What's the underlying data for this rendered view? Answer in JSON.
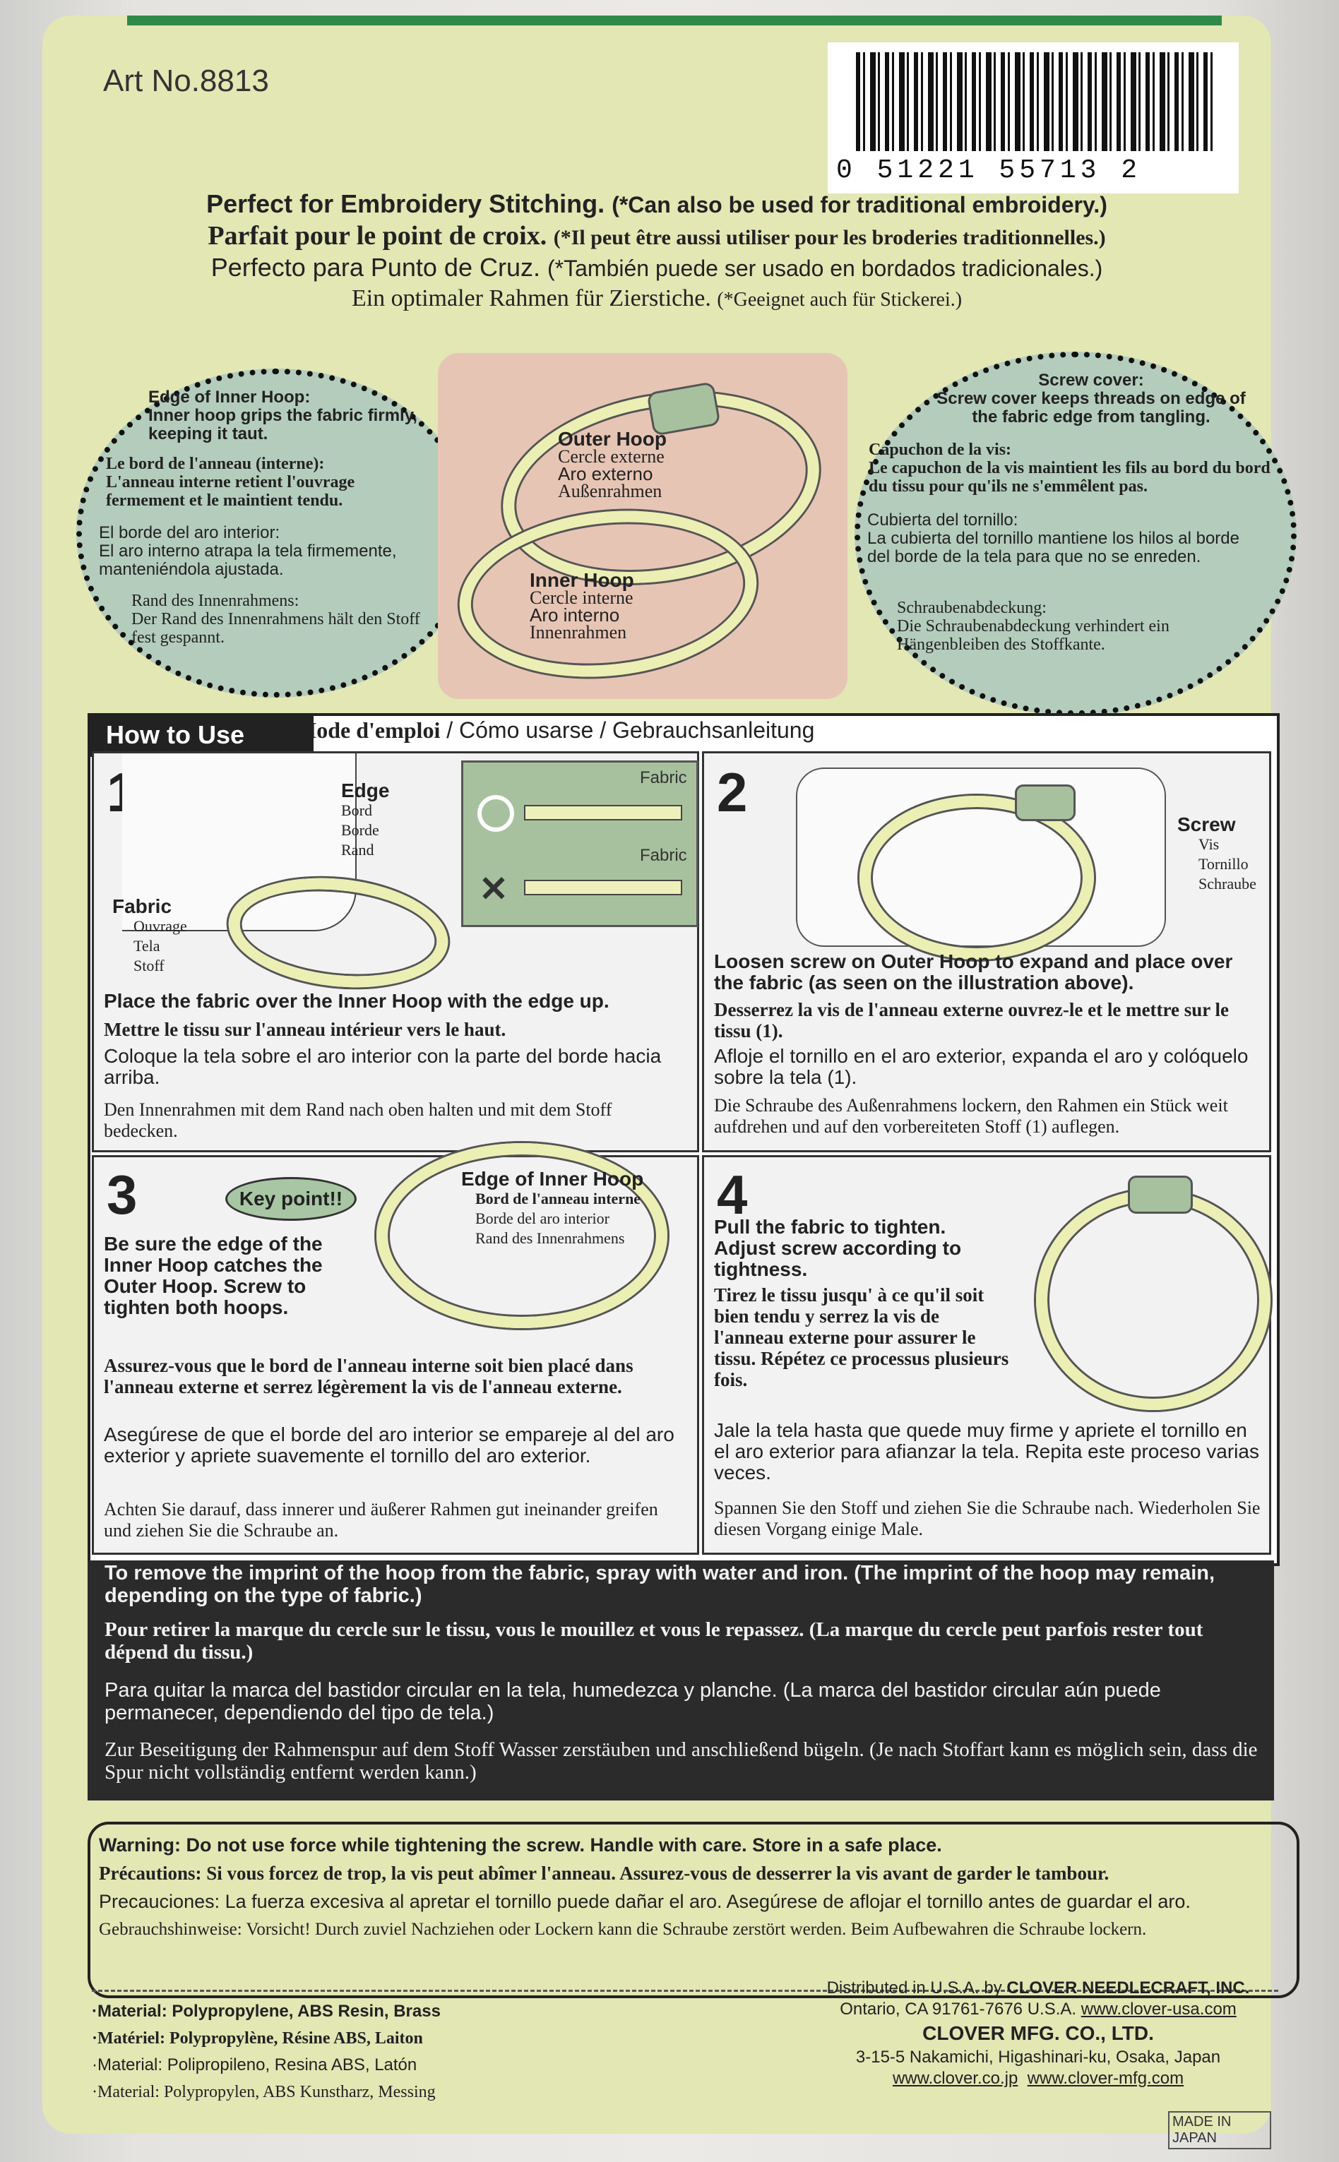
{
  "header": {
    "art_no": "Art No.8813",
    "barcode_digits": "0 51221 55713 2"
  },
  "headlines": {
    "en_main": "Perfect for Embroidery Stitching.",
    "en_note": "(*Can also be used for traditional embroidery.)",
    "fr_main": "Parfait pour le point de croix.",
    "fr_note": "(*Il peut être aussi utiliser pour les broderies traditionnelles.)",
    "es_main": "Perfecto para Punto de Cruz.",
    "es_note": "(*También puede ser usado en bordados tradicionales.)",
    "de_main": "Ein optimaler Rahmen für Zierstiche.",
    "de_note": "(*Geeignet auch für Stickerei.)"
  },
  "bubbles": {
    "inner_edge": {
      "en_title": "Edge of Inner Hoop:",
      "en_body": "Inner hoop grips the fabric firmly, keeping it taut.",
      "fr_title": "Le bord de l'anneau (interne):",
      "fr_body": "L'anneau interne retient l'ouvrage fermement et le maintient tendu.",
      "es_title": "El borde del aro interior:",
      "es_body": "El aro interno atrapa la tela firmemente, manteniéndola ajustada.",
      "de_title": "Rand des Innenrahmens:",
      "de_body": "Der Rand des Innenrahmens hält den Stoff fest gespannt."
    },
    "screw_cover": {
      "en_title": "Screw cover:",
      "en_body": "Screw cover keeps threads on edge of the fabric edge from tangling.",
      "fr_title": "Capuchon de la vis:",
      "fr_body": "Le capuchon de la vis maintient les fils au bord du bord du tissu pour qu'ils ne s'emmêlent pas.",
      "es_title": "Cubierta del tornillo:",
      "es_body": "La cubierta del tornillo mantiene los hilos al borde del borde de la tela para que no se enreden.",
      "de_title": "Schraubenabdeckung:",
      "de_body": "Die Schraubenabdeckung verhindert ein Hängenbleiben des Stoffkante."
    }
  },
  "diagram": {
    "outer_hoop": "Outer Hoop",
    "outer_fr": "Cercle externe",
    "outer_es": "Aro externo",
    "outer_de": "Außenrahmen",
    "inner_hoop": "Inner Hoop",
    "inner_fr": "Cercle interne",
    "inner_es": "Aro interno",
    "inner_de": "Innenrahmen"
  },
  "howto": {
    "title": "How to Use",
    "fr": "Mode d'emploi",
    "es": "Cómo usarse",
    "de": "Gebrauchsanleitung"
  },
  "steps": [
    {
      "num": "1",
      "edge": "Edge",
      "edge_fr": "Bord",
      "edge_es": "Borde",
      "edge_de": "Rand",
      "fabric": "Fabric",
      "fabric_fr": "Ouvrage",
      "fabric_es": "Tela",
      "fabric_de": "Stoff",
      "inset_fabric": "Fabric",
      "en": "Place the fabric over the Inner Hoop with the edge up.",
      "fr": "Mettre le tissu sur l'anneau intérieur vers le haut.",
      "es": "Coloque la tela sobre el aro interior con la parte del borde hacia arriba.",
      "de": "Den Innenrahmen mit dem Rand nach oben halten und mit dem Stoff bedecken."
    },
    {
      "num": "2",
      "screw": "Screw",
      "screw_fr": "Vis",
      "screw_es": "Tornillo",
      "screw_de": "Schraube",
      "en": "Loosen screw on Outer Hoop to expand and place over the fabric (as seen on the illustration above).",
      "fr": "Desserrez la vis de l'anneau externe ouvrez-le et le mettre sur le tissu (1).",
      "es": "Afloje el tornillo en el aro exterior, expanda el aro y colóquelo sobre la tela (1).",
      "de": "Die Schraube des Außenrahmens lockern, den Rahmen ein Stück weit aufdrehen und auf den vorbereiteten Stoff (1) auflegen."
    },
    {
      "num": "3",
      "key_point": "Key point!!",
      "edge": "Edge of Inner Hoop",
      "edge_fr": "Bord de l'anneau interne",
      "edge_es": "Borde del aro interior",
      "edge_de": "Rand des Innenrahmens",
      "en": "Be sure the edge of the Inner Hoop catches the Outer Hoop. Screw to tighten both hoops.",
      "fr": "Assurez-vous que le bord de l'anneau interne soit bien placé dans l'anneau externe et serrez légèrement la vis de l'anneau externe.",
      "es": "Asegúrese de que el borde del aro interior se empareje al del aro exterior y apriete suavemente el tornillo del aro exterior.",
      "de": "Achten Sie darauf, dass innerer und äußerer Rahmen gut ineinander greifen und ziehen Sie die Schraube an."
    },
    {
      "num": "4",
      "en": "Pull the fabric to tighten. Adjust screw according to tightness.",
      "fr": "Tirez le tissu jusqu' à ce qu'il soit bien tendu y serrez la vis de l'anneau externe pour assurer le tissu. Répétez ce processus plusieurs fois.",
      "es": "Jale la tela hasta que quede muy firme y apriete el tornillo en el aro exterior para afianzar la tela. Repita este proceso varias veces.",
      "de": "Spannen Sie den Stoff und ziehen Sie die Schraube nach. Wiederholen Sie diesen Vorgang einige Male."
    }
  ],
  "imprint": {
    "en": "To remove the imprint of the hoop from the fabric, spray with water and iron. (The imprint of the hoop may remain, depending on the type of fabric.)",
    "fr": "Pour retirer la marque du cercle sur le tissu, vous le mouillez et vous le repassez. (La marque du cercle peut parfois rester tout dépend du tissu.)",
    "es": "Para quitar la marca del bastidor circular en la tela, humedezca y planche. (La marca del bastidor circular aún puede permanecer, dependiendo del tipo de tela.)",
    "de": "Zur Beseitigung der Rahmenspur auf dem Stoff Wasser zerstäuben und anschließend bügeln. (Je nach Stoffart kann es möglich sein, dass die Spur nicht vollständig entfernt werden kann.)"
  },
  "warning": {
    "en": "Warning: Do not use force while tightening the screw. Handle with care. Store in a safe place.",
    "fr": "Précautions: Si vous forcez de trop, la vis peut abîmer l'anneau. Assurez-vous de desserrer la vis avant de garder le tambour.",
    "es": "Precauciones: La fuerza excesiva al apretar el tornillo puede dañar el aro. Asegúrese de aflojar el tornillo antes de guardar el aro.",
    "de": "Gebrauchshinweise: Vorsicht! Durch zuviel Nachziehen oder Lockern kann die Schraube zerstört werden. Beim Aufbewahren die Schraube lockern."
  },
  "materials": {
    "en": "·Material: Polypropylene, ABS Resin, Brass",
    "fr": "·Matériel: Polypropylène, Résine ABS, Laiton",
    "es": "·Material: Polipropileno, Resina ABS, Latón",
    "de": "·Material: Polypropylen, ABS Kunstharz, Messing"
  },
  "distributor": {
    "line1": "Distributed in U.S.A. by",
    "company": "CLOVER NEEDLECRAFT, INC.",
    "address": "Ontario, CA 91761-7676 U.S.A.",
    "url": "www.clover-usa.com"
  },
  "manufacturer": {
    "name": "CLOVER MFG. CO., LTD.",
    "address": "3-15-5 Nakamichi, Higashinari-ku, Osaka, Japan",
    "url1": "www.clover.co.jp",
    "url2": "www.clover-mfg.com"
  },
  "footer": {
    "made_in": "MADE IN JAPAN"
  }
}
